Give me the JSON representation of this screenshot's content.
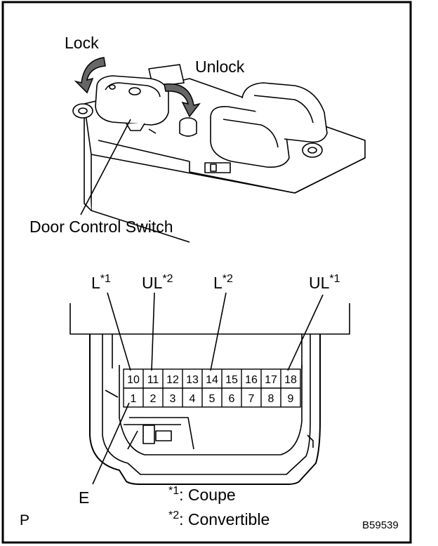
{
  "diagram": {
    "label_lock": "Lock",
    "label_unlock": "Unlock",
    "label_switch": "Door Control Switch",
    "pin_labels": {
      "l1_base": "L",
      "l1_sup": "*1",
      "ul2_base": "UL",
      "ul2_sup": "*2",
      "l2_base": "L",
      "l2_sup": "*2",
      "ul1_base": "UL",
      "ul1_sup": "*1",
      "e": "E"
    },
    "connector": {
      "top_row": [
        "10",
        "11",
        "12",
        "13",
        "14",
        "15",
        "16",
        "17",
        "18"
      ],
      "bottom_row": [
        "1",
        "2",
        "3",
        "4",
        "5",
        "6",
        "7",
        "8",
        "9"
      ]
    },
    "legend": {
      "coupe_sup": "*1",
      "coupe_text": ": Coupe",
      "convertible_sup": "*2",
      "convertible_text": ": Convertible"
    },
    "corner_p": "P",
    "figure_id": "B59539"
  }
}
